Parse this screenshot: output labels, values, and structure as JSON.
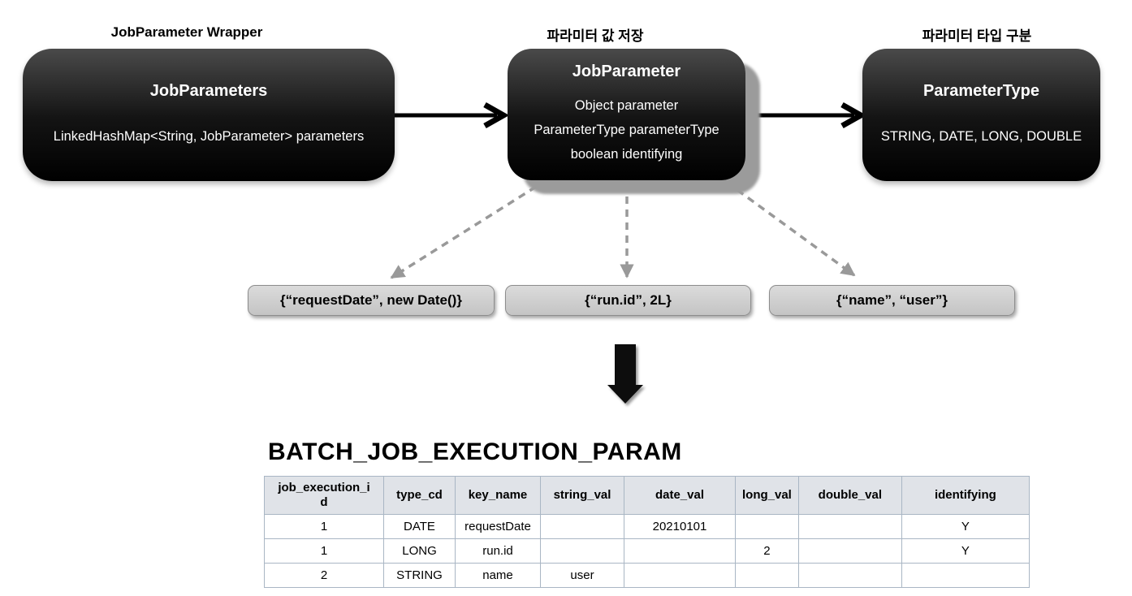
{
  "diagram": {
    "nodes": [
      {
        "caption": "JobParameter Wrapper",
        "title": "JobParameters",
        "lines": [
          "LinkedHashMap<String, JobParameter> parameters"
        ]
      },
      {
        "caption": "파라미터 값 저장",
        "title": "JobParameter",
        "lines": [
          "Object parameter",
          "ParameterType parameterType",
          "boolean identifying"
        ]
      },
      {
        "caption": "파라미터 타입 구분",
        "title": "ParameterType",
        "lines": [
          "STRING, DATE, LONG, DOUBLE"
        ]
      }
    ],
    "examples": [
      {
        "text": "{“requestDate”, new Date()}"
      },
      {
        "text": "{“run.id”, 2L}"
      },
      {
        "text": "{“name”, “user”}"
      }
    ]
  },
  "table": {
    "title": "BATCH_JOB_EXECUTION_PARAM",
    "columns": [
      "job_execution_id",
      "type_cd",
      "key_name",
      "string_val",
      "date_val",
      "long_val",
      "double_val",
      "identifying"
    ],
    "rows": [
      [
        "1",
        "DATE",
        "requestDate",
        "",
        "20210101",
        "",
        "",
        "Y"
      ],
      [
        "1",
        "LONG",
        "run.id",
        "",
        "",
        "2",
        "",
        "Y"
      ],
      [
        "2",
        "STRING",
        "name",
        "user",
        "",
        "",
        "",
        ""
      ]
    ]
  },
  "colors": {
    "node_gradient_top": "#4a4a4a",
    "node_gradient_bottom": "#000000",
    "node_shadow": "#9b9b9b",
    "pill_background": "#cccccc",
    "pill_border": "#8d8d8d",
    "dashed_arrow": "#999999",
    "solid_arrow": "#000000",
    "table_border": "#a9b6c4",
    "table_header_background": "#e0e3e8"
  }
}
